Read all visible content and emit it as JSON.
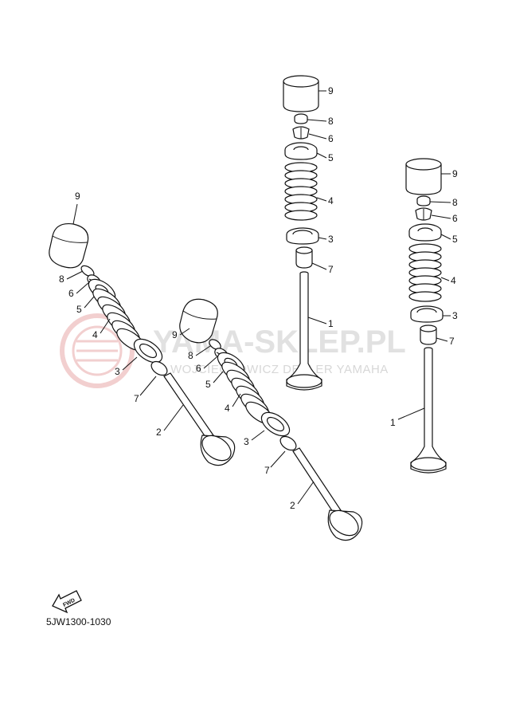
{
  "watermark": {
    "title": "YAMA-SKLEP.PL",
    "subtitle": "WOJCIECHOWICZ  DEALER YAMAHA",
    "logo_color": "#e6a1a1"
  },
  "diagram_code": "5JW1300-1030",
  "fwd_label": "FWD",
  "assemblies": [
    {
      "id": "intake-left",
      "callouts": {
        "p9": "9",
        "p8": "8",
        "p6": "6",
        "p5": "5",
        "p4": "4",
        "p3": "3",
        "p7": "7",
        "p2": "2"
      }
    },
    {
      "id": "intake-middle",
      "callouts": {
        "p9": "9",
        "p8": "8",
        "p6": "6",
        "p5": "5",
        "p4": "4",
        "p3": "3",
        "p7": "7",
        "p2": "2"
      }
    },
    {
      "id": "exhaust-top",
      "callouts": {
        "p9": "9",
        "p8": "8",
        "p6": "6",
        "p5": "5",
        "p4": "4",
        "p3": "3",
        "p7": "7",
        "p1": "1"
      }
    },
    {
      "id": "exhaust-right",
      "callouts": {
        "p9": "9",
        "p8": "8",
        "p6": "6",
        "p5": "5",
        "p4": "4",
        "p3": "3",
        "p7": "7",
        "p1": "1"
      }
    }
  ]
}
